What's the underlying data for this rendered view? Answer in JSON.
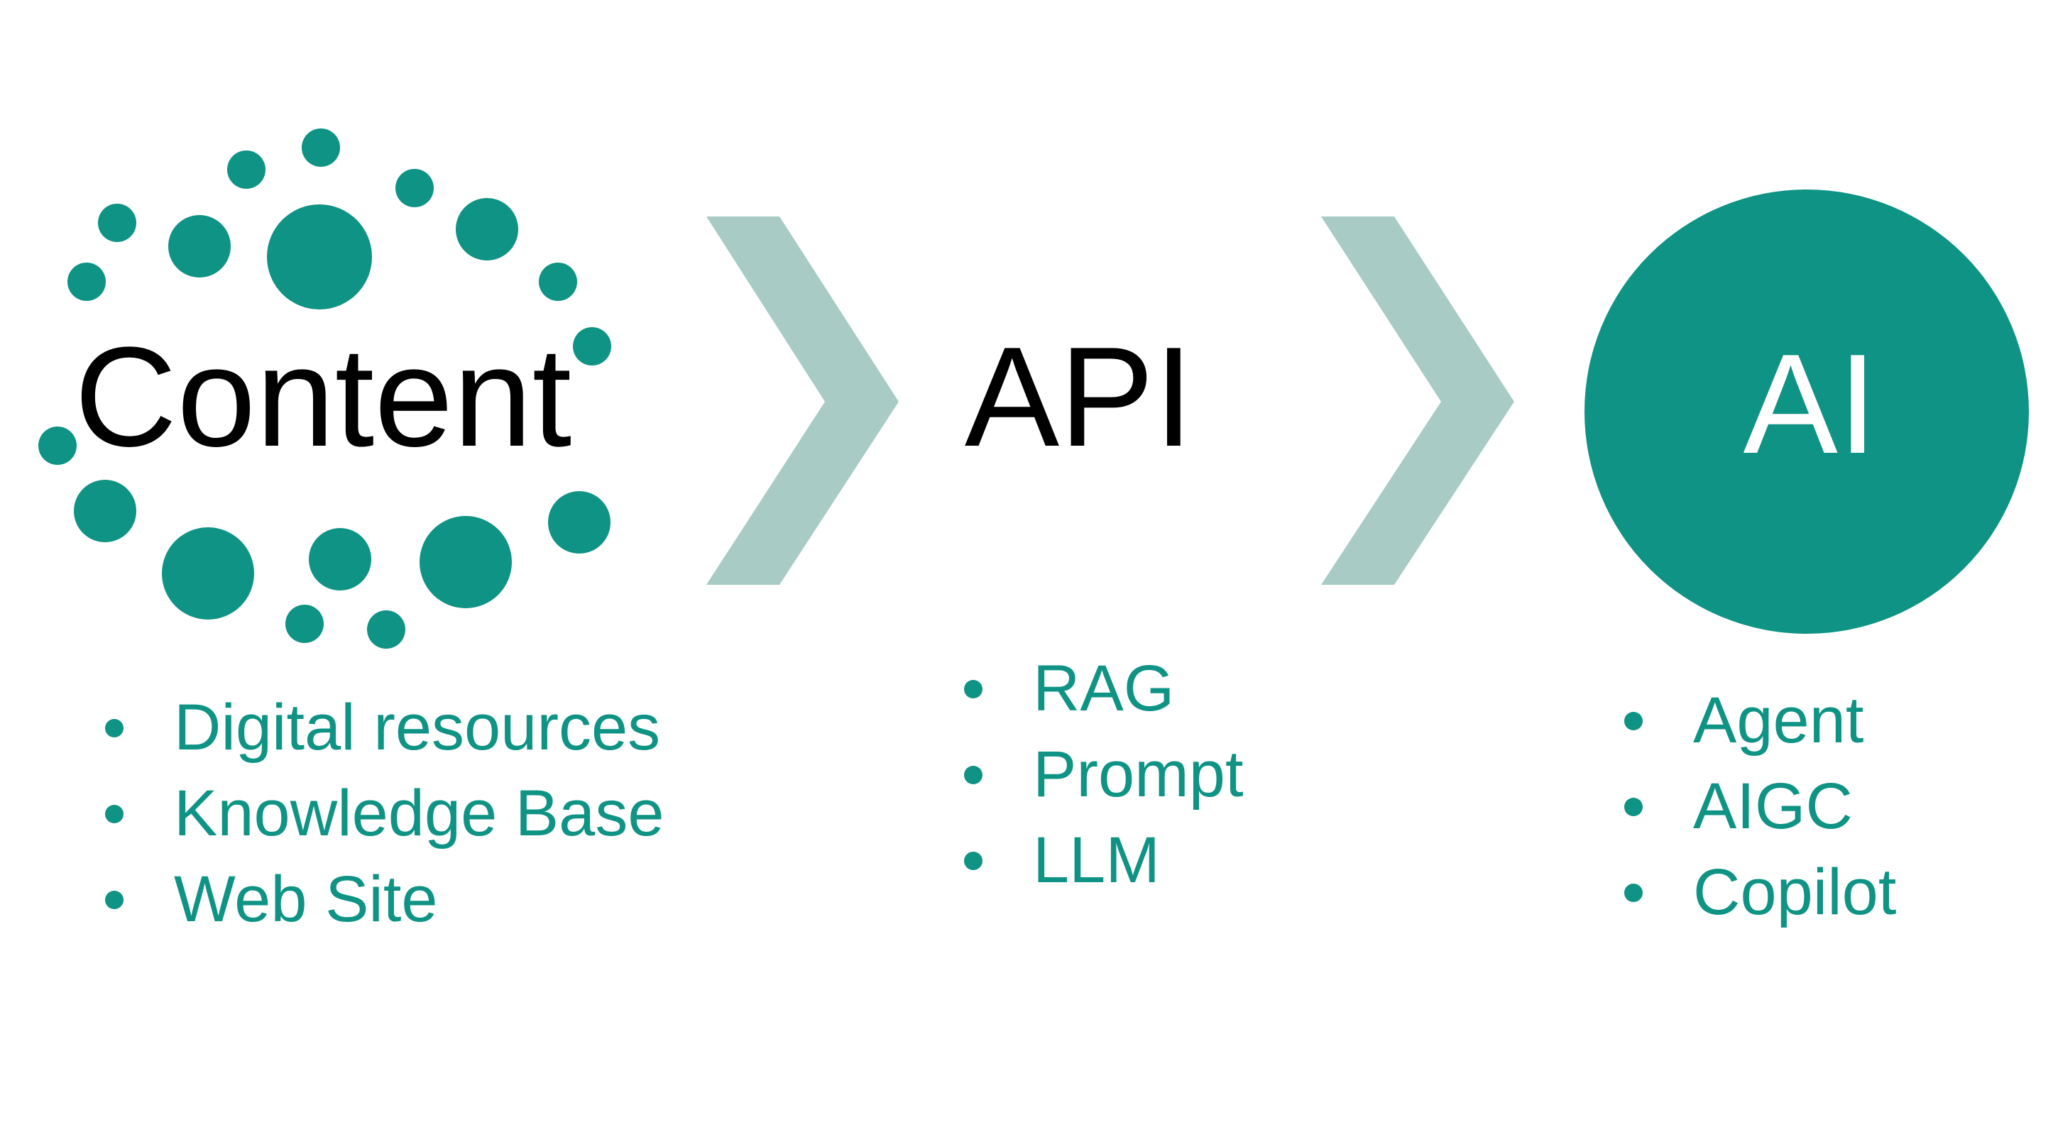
{
  "colors": {
    "accent": "#0E9384",
    "chevron": "#A9CBC5",
    "title_dark": "#000000",
    "title_light": "#FFFFFF",
    "background": "#FFFFFF"
  },
  "stages": {
    "content": {
      "title": "Content",
      "items": [
        "Digital resources",
        "Knowledge Base",
        "Web Site"
      ]
    },
    "api": {
      "title": "API",
      "items": [
        "RAG",
        "Prompt",
        "LLM"
      ]
    },
    "ai": {
      "title": "AI",
      "items": [
        "Agent",
        "AIGC",
        "Copilot"
      ]
    }
  },
  "icons": {
    "dots_ring": "dot-cluster-icon",
    "arrow": "chevron-right-icon",
    "ai_circle": "filled-circle-icon"
  }
}
